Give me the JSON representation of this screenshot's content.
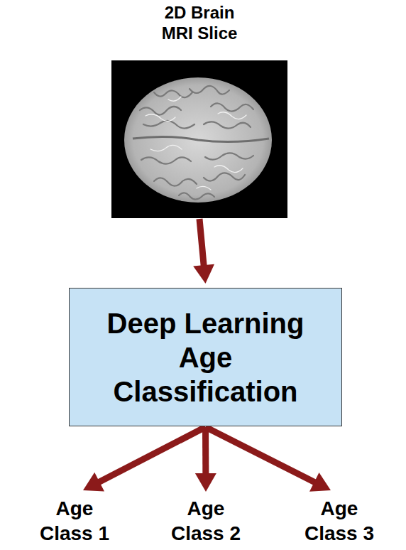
{
  "diagram": {
    "nodes": [
      {
        "text": [
          "2D Brain MRI Slice"
        ]
      },
      {
        "text": [
          "Deep Learning Age Classification"
        ]
      },
      {
        "text": [
          "Age Class 1"
        ]
      },
      {
        "text": [
          "Age Class 2"
        ]
      },
      {
        "text": [
          "Age Class 3"
        ]
      }
    ],
    "edges": [
      {
        "from": 0,
        "to": 1,
        "arrow": "to"
      },
      {
        "from": 1,
        "to": 2,
        "arrow": "to"
      },
      {
        "from": 1,
        "to": 3,
        "arrow": "to"
      },
      {
        "from": 1,
        "to": 4,
        "arrow": "to"
      }
    ]
  }
}
